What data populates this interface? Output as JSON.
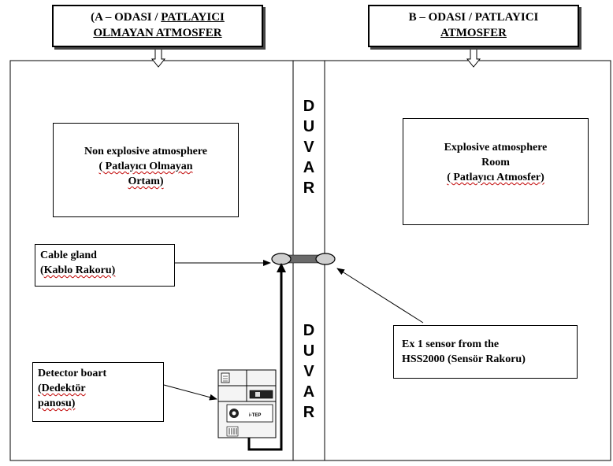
{
  "room_a_title": {
    "line1_prefix": "(A – ODASI / ",
    "line1_emph": "PATLAYICI",
    "line2": "OLMAYAN ATMOSFER"
  },
  "room_b_title": {
    "line1": "B – ODASI / PATLAYICI",
    "line2": "ATMOSFER"
  },
  "non_explosive_box": {
    "line1": "Non explosive atmosphere",
    "line2": "( Patlayıcı Olmayan",
    "line3": "Ortam)"
  },
  "explosive_box": {
    "line1": "Explosive atmosphere",
    "line2": "Room",
    "line3": "( Patlayıcı  Atmosfer)"
  },
  "wall_label": [
    "D",
    "U",
    "V",
    "A",
    "R"
  ],
  "cable_gland_label": {
    "line1": "Cable gland",
    "line2": "(Kablo Rakoru)"
  },
  "sensor_label": {
    "line1": "Ex 1 sensor from the",
    "line2": "HSS2000 (Sensör Rakoru)"
  },
  "detector_label": {
    "line1": "Detector boart",
    "line2": "(Dedektör",
    "line3": "panosu)"
  },
  "device_logo": "i-TEP"
}
